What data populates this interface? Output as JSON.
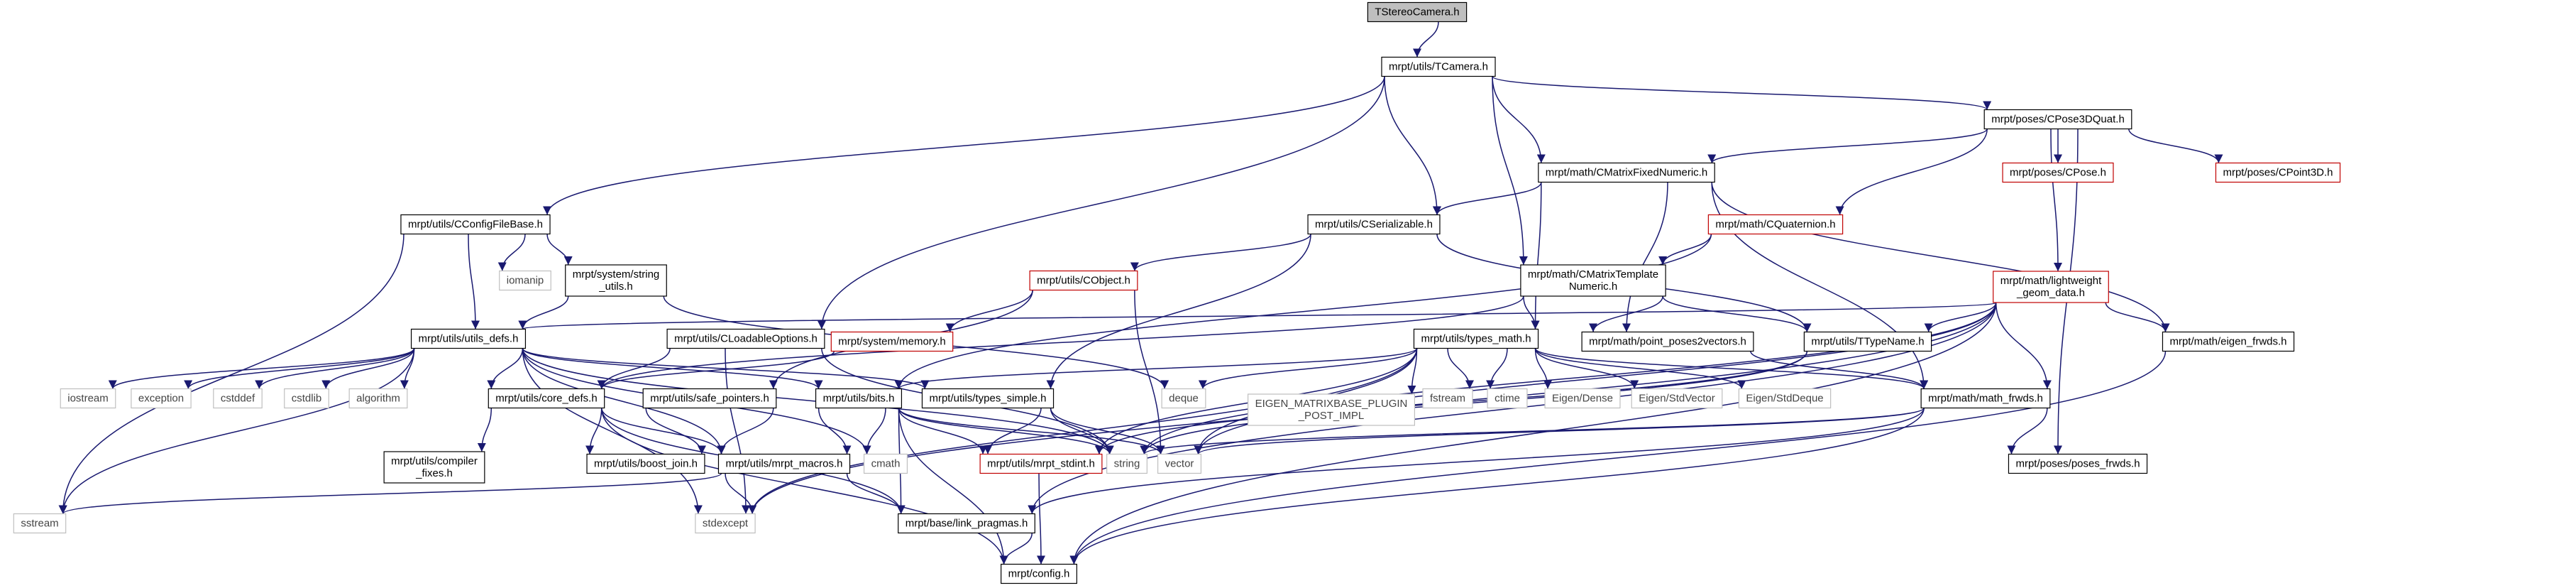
{
  "diagram": {
    "title": "",
    "colors": {
      "edge": "#191970",
      "normal_border": "#000000",
      "missing_border": "#c00000",
      "ghost_border": "#bfbfbf",
      "root_fill": "#bfbfbf",
      "fill": "#ffffff"
    },
    "nodes": [
      {
        "id": "TStereoCamera",
        "lines": [
          "TStereoCamera.h"
        ],
        "kind": "root"
      },
      {
        "id": "TCamera",
        "lines": [
          "mrpt/utils/TCamera.h"
        ],
        "kind": "normal"
      },
      {
        "id": "CPose3DQuat",
        "lines": [
          "mrpt/poses/CPose3DQuat.h"
        ],
        "kind": "normal"
      },
      {
        "id": "CMatrixFixedNumeric",
        "lines": [
          "mrpt/math/CMatrixFixedNumeric.h"
        ],
        "kind": "normal"
      },
      {
        "id": "CPose",
        "lines": [
          "mrpt/poses/CPose.h"
        ],
        "kind": "missing"
      },
      {
        "id": "CPoint3D",
        "lines": [
          "mrpt/poses/CPoint3D.h"
        ],
        "kind": "missing"
      },
      {
        "id": "CConfigFileBase",
        "lines": [
          "mrpt/utils/CConfigFileBase.h"
        ],
        "kind": "normal"
      },
      {
        "id": "CSerializable",
        "lines": [
          "mrpt/utils/CSerializable.h"
        ],
        "kind": "normal"
      },
      {
        "id": "CQuaternion",
        "lines": [
          "mrpt/math/CQuaternion.h"
        ],
        "kind": "missing"
      },
      {
        "id": "lightweight_geom_data",
        "lines": [
          "mrpt/math/lightweight",
          "_geom_data.h"
        ],
        "kind": "missing"
      },
      {
        "id": "iomanip",
        "lines": [
          "iomanip"
        ],
        "kind": "ghost"
      },
      {
        "id": "string_utils",
        "lines": [
          "mrpt/system/string",
          "_utils.h"
        ],
        "kind": "normal"
      },
      {
        "id": "CObject",
        "lines": [
          "mrpt/utils/CObject.h"
        ],
        "kind": "missing"
      },
      {
        "id": "CMatrixTemplateNumeric",
        "lines": [
          "mrpt/math/CMatrixTemplate",
          "Numeric.h"
        ],
        "kind": "normal"
      },
      {
        "id": "eigen_frwds",
        "lines": [
          "mrpt/math/eigen_frwds.h"
        ],
        "kind": "normal"
      },
      {
        "id": "utils_defs",
        "lines": [
          "mrpt/utils/utils_defs.h"
        ],
        "kind": "normal"
      },
      {
        "id": "CLoadableOptions",
        "lines": [
          "mrpt/utils/CLoadableOptions.h"
        ],
        "kind": "normal"
      },
      {
        "id": "memory",
        "lines": [
          "mrpt/system/memory.h"
        ],
        "kind": "missing"
      },
      {
        "id": "types_math",
        "lines": [
          "mrpt/utils/types_math.h"
        ],
        "kind": "normal"
      },
      {
        "id": "point_poses2vectors",
        "lines": [
          "mrpt/math/point_poses2vectors.h"
        ],
        "kind": "normal"
      },
      {
        "id": "TTypeName",
        "lines": [
          "mrpt/utils/TTypeName.h"
        ],
        "kind": "normal"
      },
      {
        "id": "iostream",
        "lines": [
          "iostream"
        ],
        "kind": "ghost"
      },
      {
        "id": "exception",
        "lines": [
          "exception"
        ],
        "kind": "ghost"
      },
      {
        "id": "cstddef",
        "lines": [
          "cstddef"
        ],
        "kind": "ghost"
      },
      {
        "id": "cstdlib",
        "lines": [
          "cstdlib"
        ],
        "kind": "ghost"
      },
      {
        "id": "algorithm",
        "lines": [
          "algorithm"
        ],
        "kind": "ghost"
      },
      {
        "id": "core_defs",
        "lines": [
          "mrpt/utils/core_defs.h"
        ],
        "kind": "normal"
      },
      {
        "id": "safe_pointers",
        "lines": [
          "mrpt/utils/safe_pointers.h"
        ],
        "kind": "normal"
      },
      {
        "id": "bits",
        "lines": [
          "mrpt/utils/bits.h"
        ],
        "kind": "normal"
      },
      {
        "id": "types_simple",
        "lines": [
          "mrpt/utils/types_simple.h"
        ],
        "kind": "normal"
      },
      {
        "id": "deque",
        "lines": [
          "deque"
        ],
        "kind": "ghost"
      },
      {
        "id": "EIGEN_MATRIXBASE",
        "lines": [
          "EIGEN_MATRIXBASE_PLUGIN",
          "_POST_IMPL"
        ],
        "kind": "ghost"
      },
      {
        "id": "fstream",
        "lines": [
          "fstream"
        ],
        "kind": "ghost"
      },
      {
        "id": "ctime",
        "lines": [
          "ctime"
        ],
        "kind": "ghost"
      },
      {
        "id": "EigenDense",
        "lines": [
          "Eigen/Dense"
        ],
        "kind": "ghost"
      },
      {
        "id": "EigenStdVector",
        "lines": [
          "Eigen/StdVector"
        ],
        "kind": "ghost"
      },
      {
        "id": "EigenStdDeque",
        "lines": [
          "Eigen/StdDeque"
        ],
        "kind": "ghost"
      },
      {
        "id": "math_frwds",
        "lines": [
          "mrpt/math/math_frwds.h"
        ],
        "kind": "normal"
      },
      {
        "id": "compiler_fixes",
        "lines": [
          "mrpt/utils/compiler",
          "_fixes.h"
        ],
        "kind": "normal"
      },
      {
        "id": "boost_join",
        "lines": [
          "mrpt/utils/boost_join.h"
        ],
        "kind": "normal"
      },
      {
        "id": "mrpt_macros",
        "lines": [
          "mrpt/utils/mrpt_macros.h"
        ],
        "kind": "normal"
      },
      {
        "id": "cmath",
        "lines": [
          "cmath"
        ],
        "kind": "ghost"
      },
      {
        "id": "mrpt_stdint",
        "lines": [
          "mrpt/utils/mrpt_stdint.h"
        ],
        "kind": "missing"
      },
      {
        "id": "string",
        "lines": [
          "string"
        ],
        "kind": "ghost"
      },
      {
        "id": "vector",
        "lines": [
          "vector"
        ],
        "kind": "ghost"
      },
      {
        "id": "poses_frwds",
        "lines": [
          "mrpt/poses/poses_frwds.h"
        ],
        "kind": "normal"
      },
      {
        "id": "sstream",
        "lines": [
          "sstream"
        ],
        "kind": "ghost"
      },
      {
        "id": "stdexcept",
        "lines": [
          "stdexcept"
        ],
        "kind": "ghost"
      },
      {
        "id": "link_pragmas",
        "lines": [
          "mrpt/base/link_pragmas.h"
        ],
        "kind": "normal"
      },
      {
        "id": "config",
        "lines": [
          "mrpt/config.h"
        ],
        "kind": "normal"
      }
    ],
    "edges": [
      [
        "TStereoCamera",
        "TCamera"
      ],
      [
        "TCamera",
        "CPose3DQuat"
      ],
      [
        "TCamera",
        "CMatrixFixedNumeric"
      ],
      [
        "TCamera",
        "CConfigFileBase"
      ],
      [
        "TCamera",
        "CSerializable"
      ],
      [
        "TCamera",
        "CMatrixTemplateNumeric"
      ],
      [
        "TCamera",
        "CLoadableOptions"
      ],
      [
        "CPose3DQuat",
        "CMatrixFixedNumeric"
      ],
      [
        "CPose3DQuat",
        "CPose"
      ],
      [
        "CPose3DQuat",
        "CPoint3D"
      ],
      [
        "CPose3DQuat",
        "CQuaternion"
      ],
      [
        "CPose3DQuat",
        "lightweight_geom_data"
      ],
      [
        "CPose3DQuat",
        "poses_frwds"
      ],
      [
        "CMatrixFixedNumeric",
        "CSerializable"
      ],
      [
        "CMatrixFixedNumeric",
        "types_math"
      ],
      [
        "CMatrixFixedNumeric",
        "point_poses2vectors"
      ],
      [
        "CMatrixFixedNumeric",
        "math_frwds"
      ],
      [
        "CMatrixFixedNumeric",
        "eigen_frwds"
      ],
      [
        "CConfigFileBase",
        "iomanip"
      ],
      [
        "CConfigFileBase",
        "string_utils"
      ],
      [
        "CConfigFileBase",
        "utils_defs"
      ],
      [
        "CConfigFileBase",
        "sstream"
      ],
      [
        "CSerializable",
        "CObject"
      ],
      [
        "CSerializable",
        "TTypeName"
      ],
      [
        "CSerializable",
        "types_simple"
      ],
      [
        "CQuaternion",
        "CMatrixTemplateNumeric"
      ],
      [
        "CQuaternion",
        "bits"
      ],
      [
        "lightweight_geom_data",
        "eigen_frwds"
      ],
      [
        "lightweight_geom_data",
        "TTypeName"
      ],
      [
        "lightweight_geom_data",
        "math_frwds"
      ],
      [
        "lightweight_geom_data",
        "utils_defs"
      ],
      [
        "lightweight_geom_data",
        "vector"
      ],
      [
        "lightweight_geom_data",
        "string"
      ],
      [
        "lightweight_geom_data",
        "link_pragmas"
      ],
      [
        "lightweight_geom_data",
        "stdexcept"
      ],
      [
        "lightweight_geom_data",
        "config"
      ],
      [
        "string_utils",
        "utils_defs"
      ],
      [
        "string_utils",
        "deque"
      ],
      [
        "CObject",
        "memory"
      ],
      [
        "CObject",
        "safe_pointers"
      ],
      [
        "CObject",
        "vector"
      ],
      [
        "CMatrixTemplateNumeric",
        "types_math"
      ],
      [
        "CMatrixTemplateNumeric",
        "point_poses2vectors"
      ],
      [
        "CMatrixTemplateNumeric",
        "TTypeName"
      ],
      [
        "CMatrixTemplateNumeric",
        "core_defs"
      ],
      [
        "eigen_frwds",
        "config"
      ],
      [
        "utils_defs",
        "iostream"
      ],
      [
        "utils_defs",
        "exception"
      ],
      [
        "utils_defs",
        "cstddef"
      ],
      [
        "utils_defs",
        "cstdlib"
      ],
      [
        "utils_defs",
        "algorithm"
      ],
      [
        "utils_defs",
        "core_defs"
      ],
      [
        "utils_defs",
        "mrpt_macros"
      ],
      [
        "utils_defs",
        "bits"
      ],
      [
        "utils_defs",
        "types_simple"
      ],
      [
        "utils_defs",
        "sstream"
      ],
      [
        "utils_defs",
        "stdexcept"
      ],
      [
        "utils_defs",
        "cmath"
      ],
      [
        "utils_defs",
        "string"
      ],
      [
        "CLoadableOptions",
        "core_defs"
      ],
      [
        "CLoadableOptions",
        "stdexcept"
      ],
      [
        "CLoadableOptions",
        "string"
      ],
      [
        "memory",
        "core_defs"
      ],
      [
        "types_math",
        "deque"
      ],
      [
        "types_math",
        "EIGEN_MATRIXBASE"
      ],
      [
        "types_math",
        "fstream"
      ],
      [
        "types_math",
        "ctime"
      ],
      [
        "types_math",
        "EigenDense"
      ],
      [
        "types_math",
        "EigenStdVector"
      ],
      [
        "types_math",
        "EigenStdDeque"
      ],
      [
        "types_math",
        "math_frwds"
      ],
      [
        "types_math",
        "vector"
      ],
      [
        "types_math",
        "mrpt_stdint"
      ],
      [
        "types_math",
        "stdexcept"
      ],
      [
        "types_math",
        "bits"
      ],
      [
        "point_poses2vectors",
        "math_frwds"
      ],
      [
        "TTypeName",
        "string"
      ],
      [
        "TTypeName",
        "mrpt_stdint"
      ],
      [
        "core_defs",
        "compiler_fixes"
      ],
      [
        "core_defs",
        "boost_join"
      ],
      [
        "core_defs",
        "mrpt_macros"
      ],
      [
        "core_defs",
        "link_pragmas"
      ],
      [
        "core_defs",
        "config"
      ],
      [
        "safe_pointers",
        "boost_join"
      ],
      [
        "safe_pointers",
        "mrpt_macros"
      ],
      [
        "bits",
        "mrpt_macros"
      ],
      [
        "bits",
        "cmath"
      ],
      [
        "bits",
        "mrpt_stdint"
      ],
      [
        "bits",
        "link_pragmas"
      ],
      [
        "bits",
        "config"
      ],
      [
        "bits",
        "string"
      ],
      [
        "bits",
        "vector"
      ],
      [
        "types_simple",
        "mrpt_stdint"
      ],
      [
        "types_simple",
        "string"
      ],
      [
        "types_simple",
        "vector"
      ],
      [
        "math_frwds",
        "poses_frwds"
      ],
      [
        "math_frwds",
        "string"
      ],
      [
        "math_frwds",
        "vector"
      ],
      [
        "math_frwds",
        "config"
      ],
      [
        "math_frwds",
        "link_pragmas"
      ],
      [
        "mrpt_macros",
        "sstream"
      ],
      [
        "mrpt_macros",
        "stdexcept"
      ],
      [
        "mrpt_macros",
        "link_pragmas"
      ],
      [
        "mrpt_stdint",
        "config"
      ],
      [
        "link_pragmas",
        "config"
      ]
    ]
  }
}
